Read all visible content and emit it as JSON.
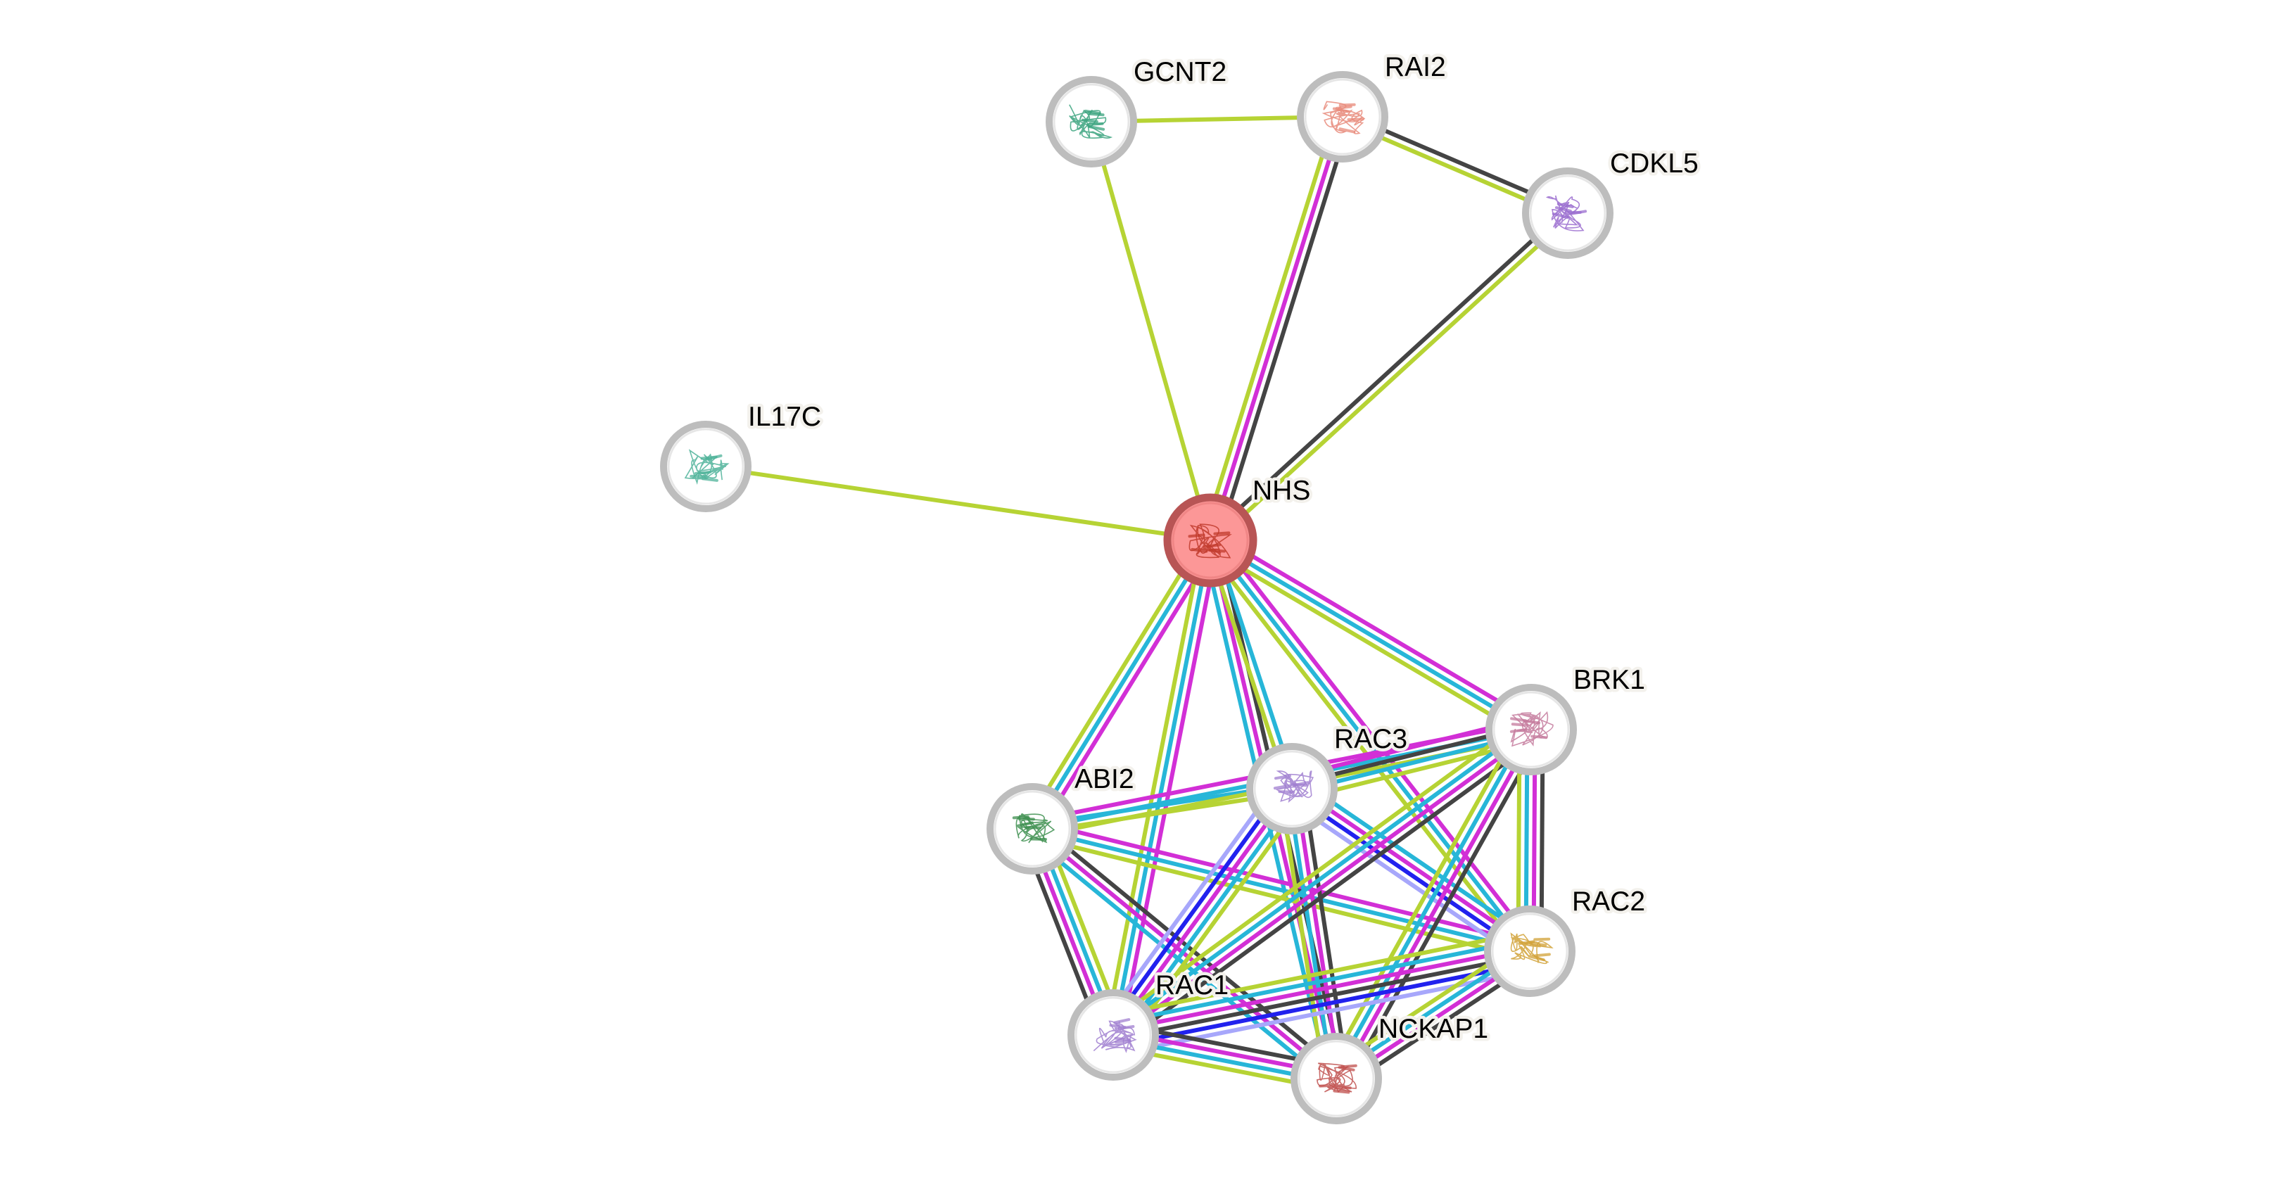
{
  "title": "Protein interaction network",
  "query_protein": "NHS",
  "evidence_colors": {
    "textmining": "#b6d334",
    "experiments": "#d22fd6",
    "databases": "#27b6d8",
    "coexpression": "#444444",
    "gene_fusion": "#2121ee",
    "gene_cooccurrence": "#a7a7fb"
  },
  "nodes": [
    {
      "id": "NHS",
      "label": "NHS",
      "query": true,
      "structure_color": "#c0392b"
    },
    {
      "id": "IL17C",
      "label": "IL17C",
      "query": false,
      "structure_color": "#4fb39a"
    },
    {
      "id": "GCNT2",
      "label": "GCNT2",
      "query": false,
      "structure_color": "#3aa37e"
    },
    {
      "id": "RAI2",
      "label": "RAI2",
      "query": false,
      "structure_color": "#e88a7a"
    },
    {
      "id": "CDKL5",
      "label": "CDKL5",
      "query": false,
      "structure_color": "#9a6ccf"
    },
    {
      "id": "ABI2",
      "label": "ABI2",
      "query": false,
      "structure_color": "#3d8f4f"
    },
    {
      "id": "RAC3",
      "label": "RAC3",
      "query": false,
      "structure_color": "#a07fd0"
    },
    {
      "id": "BRK1",
      "label": "BRK1",
      "query": false,
      "structure_color": "#c47a9c"
    },
    {
      "id": "RAC2",
      "label": "RAC2",
      "query": false,
      "structure_color": "#d1a237"
    },
    {
      "id": "RAC1",
      "label": "RAC1",
      "query": false,
      "structure_color": "#a07fd0"
    },
    {
      "id": "NCKAP1",
      "label": "NCKAP1",
      "query": false,
      "structure_color": "#c0504d"
    }
  ],
  "edges": [
    {
      "source": "GCNT2",
      "target": "RAI2",
      "evidence": [
        "textmining"
      ]
    },
    {
      "source": "GCNT2",
      "target": "NHS",
      "evidence": [
        "textmining"
      ]
    },
    {
      "source": "RAI2",
      "target": "CDKL5",
      "evidence": [
        "coexpression",
        "textmining"
      ]
    },
    {
      "source": "RAI2",
      "target": "NHS",
      "evidence": [
        "coexpression",
        "experiments",
        "textmining"
      ]
    },
    {
      "source": "CDKL5",
      "target": "NHS",
      "evidence": [
        "textmining",
        "coexpression"
      ]
    },
    {
      "source": "IL17C",
      "target": "NHS",
      "evidence": [
        "textmining"
      ]
    },
    {
      "source": "NHS",
      "target": "ABI2",
      "evidence": [
        "experiments",
        "databases",
        "textmining"
      ]
    },
    {
      "source": "NHS",
      "target": "RAC1",
      "evidence": [
        "experiments",
        "databases",
        "textmining"
      ]
    },
    {
      "source": "NHS",
      "target": "NCKAP1",
      "evidence": [
        "coexpression",
        "experiments",
        "databases"
      ]
    },
    {
      "source": "NHS",
      "target": "RAC3",
      "evidence": [
        "databases",
        "textmining"
      ]
    },
    {
      "source": "NHS",
      "target": "RAC2",
      "evidence": [
        "experiments",
        "databases",
        "textmining"
      ]
    },
    {
      "source": "NHS",
      "target": "BRK1",
      "evidence": [
        "experiments",
        "databases",
        "textmining"
      ]
    },
    {
      "source": "ABI2",
      "target": "RAC3",
      "evidence": [
        "databases",
        "textmining"
      ]
    },
    {
      "source": "ABI2",
      "target": "BRK1",
      "evidence": [
        "experiments",
        "databases",
        "textmining"
      ]
    },
    {
      "source": "ABI2",
      "target": "RAC2",
      "evidence": [
        "experiments",
        "databases",
        "textmining"
      ]
    },
    {
      "source": "ABI2",
      "target": "NCKAP1",
      "evidence": [
        "coexpression",
        "experiments",
        "databases"
      ]
    },
    {
      "source": "ABI2",
      "target": "RAC1",
      "evidence": [
        "textmining",
        "databases",
        "experiments",
        "coexpression"
      ]
    },
    {
      "source": "RAC3",
      "target": "RAC1",
      "evidence": [
        "textmining",
        "databases",
        "experiments",
        "gene_fusion",
        "gene_cooccurrence"
      ]
    },
    {
      "source": "RAC3",
      "target": "NCKAP1",
      "evidence": [
        "coexpression",
        "experiments",
        "databases",
        "textmining"
      ]
    },
    {
      "source": "RAC3",
      "target": "RAC2",
      "evidence": [
        "databases",
        "experiments",
        "gene_fusion",
        "gene_cooccurrence"
      ]
    },
    {
      "source": "RAC3",
      "target": "BRK1",
      "evidence": [
        "experiments",
        "coexpression",
        "databases",
        "textmining"
      ]
    },
    {
      "source": "BRK1",
      "target": "RAC1",
      "evidence": [
        "coexpression",
        "experiments",
        "databases",
        "textmining"
      ]
    },
    {
      "source": "BRK1",
      "target": "NCKAP1",
      "evidence": [
        "coexpression",
        "experiments",
        "databases",
        "textmining"
      ]
    },
    {
      "source": "BRK1",
      "target": "RAC2",
      "evidence": [
        "coexpression",
        "experiments",
        "databases",
        "textmining"
      ]
    },
    {
      "source": "RAC1",
      "target": "RAC2",
      "evidence": [
        "textmining",
        "databases",
        "experiments",
        "coexpression",
        "gene_fusion",
        "gene_cooccurrence"
      ]
    },
    {
      "source": "RAC1",
      "target": "NCKAP1",
      "evidence": [
        "coexpression",
        "experiments",
        "databases",
        "textmining"
      ]
    },
    {
      "source": "RAC2",
      "target": "NCKAP1",
      "evidence": [
        "coexpression",
        "experiments",
        "databases",
        "textmining"
      ]
    }
  ]
}
